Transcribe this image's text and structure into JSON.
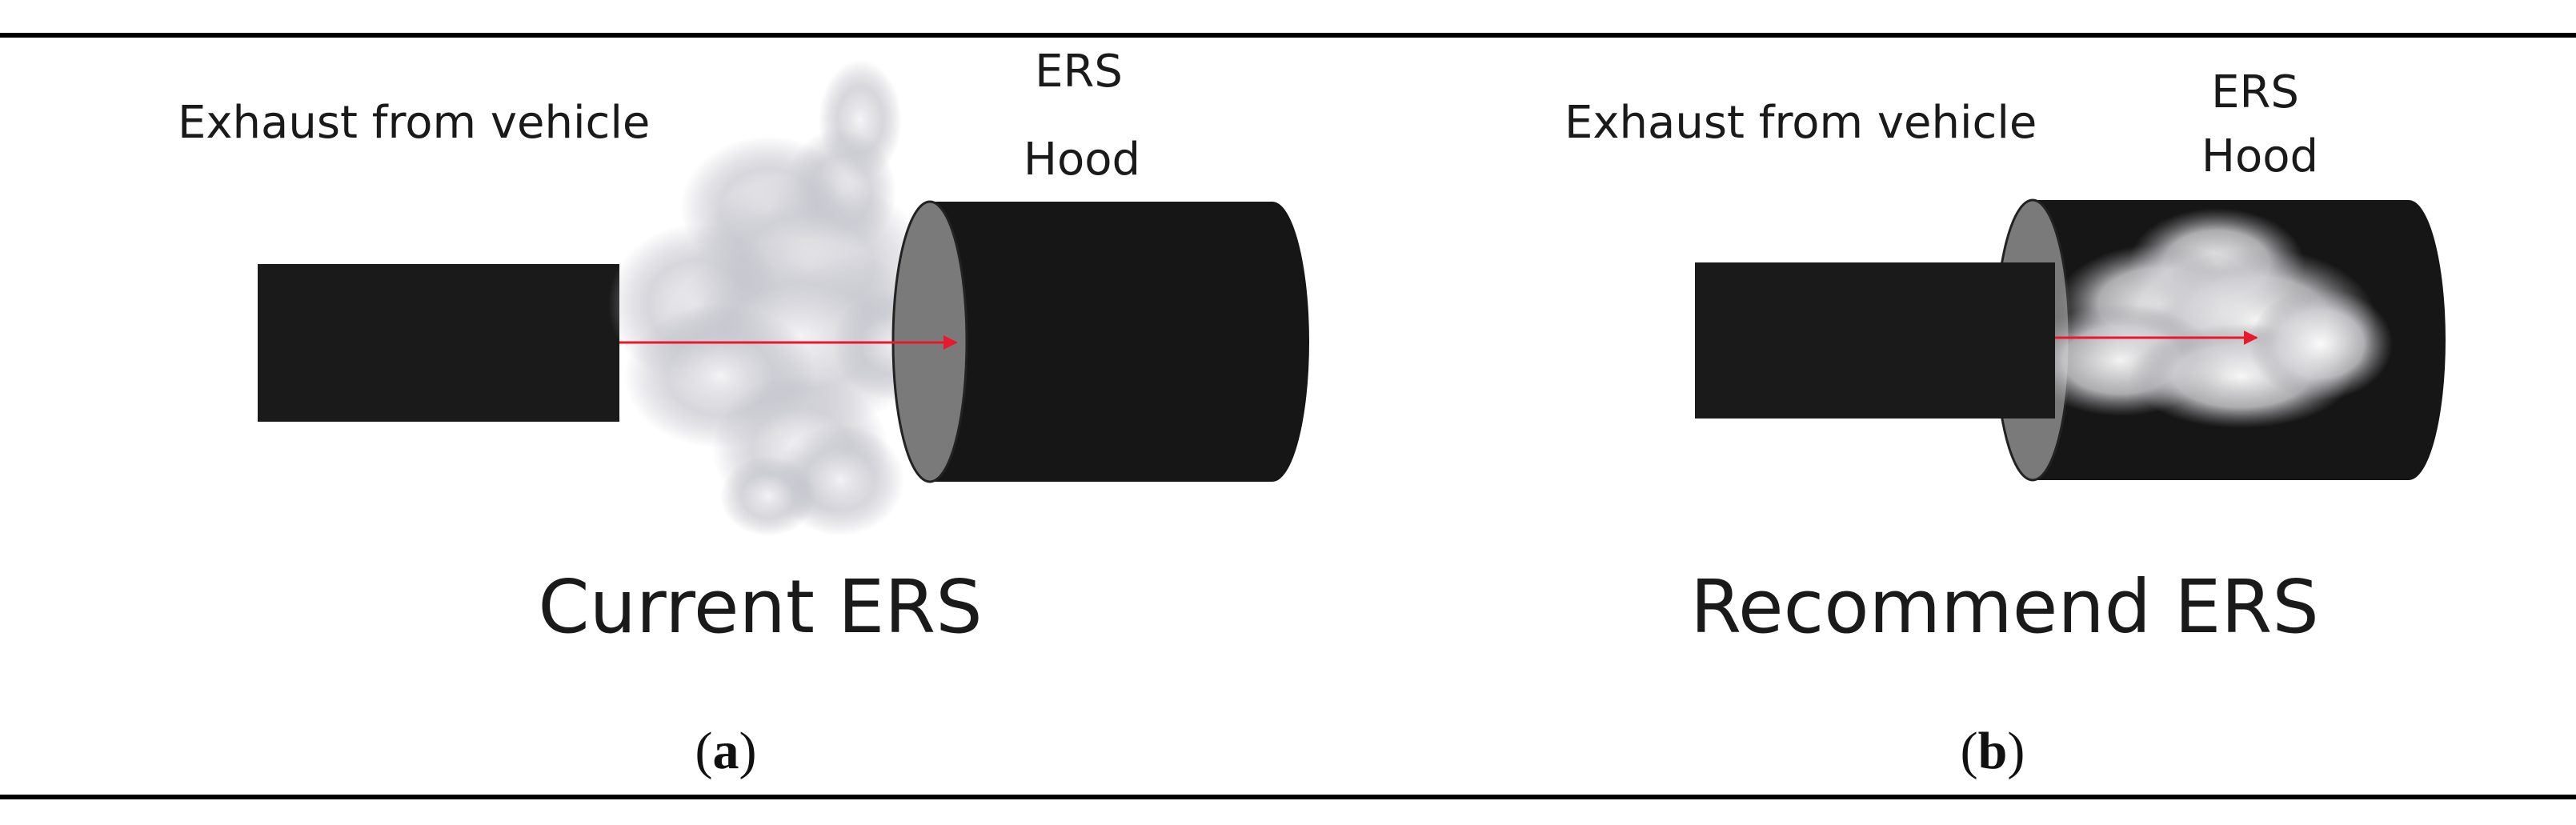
{
  "panels": [
    {
      "exhaust_label": "Exhaust from vehicle",
      "hood_label_line1": "ERS",
      "hood_label_line2": "Hood",
      "system_title": "Current ERS",
      "caption_letter": "a"
    },
    {
      "exhaust_label": "Exhaust from vehicle",
      "hood_label_line1": "ERS",
      "hood_label_line2": "Hood",
      "system_title": "Recommend ERS",
      "caption_letter": "b"
    }
  ],
  "colors": {
    "pipe": "#1a1a1a",
    "hood_body": "#161616",
    "hood_opening": "#7a7a7a",
    "arrow": "#e8192c",
    "smoke": "#cfcfd6"
  }
}
